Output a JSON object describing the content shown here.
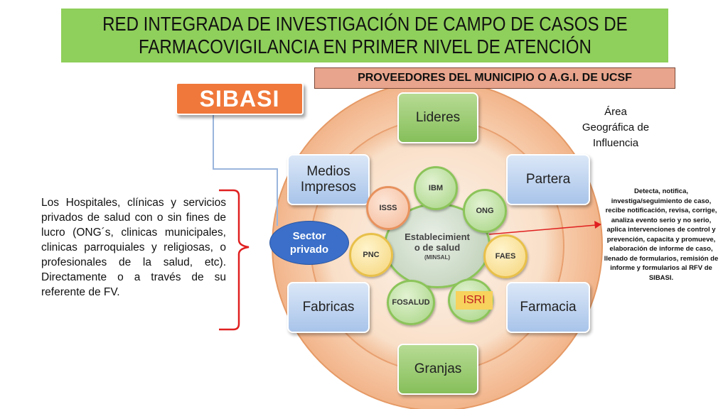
{
  "title": {
    "line1": "RED  INTEGRADA DE INVESTIGACIÓN DE CAMPO DE CASOS DE",
    "line2": "FARMACOVIGILANCIA EN PRIMER NIVEL DE ATENCIÓN"
  },
  "providers_label": "PROVEEDORES DEL MUNICIPIO O A.G.I. DE UCSF",
  "sibasi_label": "SIBASI",
  "area_label": {
    "line1": "Área",
    "line2": "Geográfica de",
    "line3": "Influencia"
  },
  "outer_boxes": {
    "lideres": "Lideres",
    "medios_line1": "Medios",
    "medios_line2": "Impresos",
    "partera": "Partera",
    "fabricas": "Fabricas",
    "farmacia": "Farmacia",
    "granjas": "Granjas"
  },
  "inner_circles": {
    "ibm": "IBM",
    "isss": "ISSS",
    "ong": "ONG",
    "pnc": "PNC",
    "faes": "FAES",
    "fosalud": "FOSALUD"
  },
  "isri_label": "ISRI",
  "center": {
    "line1": "Establecimient",
    "line2": "o de salud",
    "sub": "(MINSAL)"
  },
  "sector_privado": {
    "line1": "Sector",
    "line2": "privado"
  },
  "left_description": "Los Hospitales, clínicas y servicios privados de salud con o sin fines de lucro (ONG´s, clinicas municipales, clinicas parroquiales y religiosas, o profesionales de la salud, etc). Directamente o a través de su referente de FV.",
  "right_description": "Detecta, notifica, investiga/seguimiento de caso, recibe notificación, revisa, corrige, analiza evento serio y no serio, aplica intervenciones de control y prevención, capacita y promueve, elaboración de informe de caso, llenado de formularios, remisión de informe y  formularios al RFV de SIBASI.",
  "colors": {
    "title_bg": "#8fcf5b",
    "providers_bg": "#e8a48c",
    "sibasi_bg": "#f0783a",
    "sector_bg": "#3b6fc9",
    "arrow": "#e02020"
  }
}
